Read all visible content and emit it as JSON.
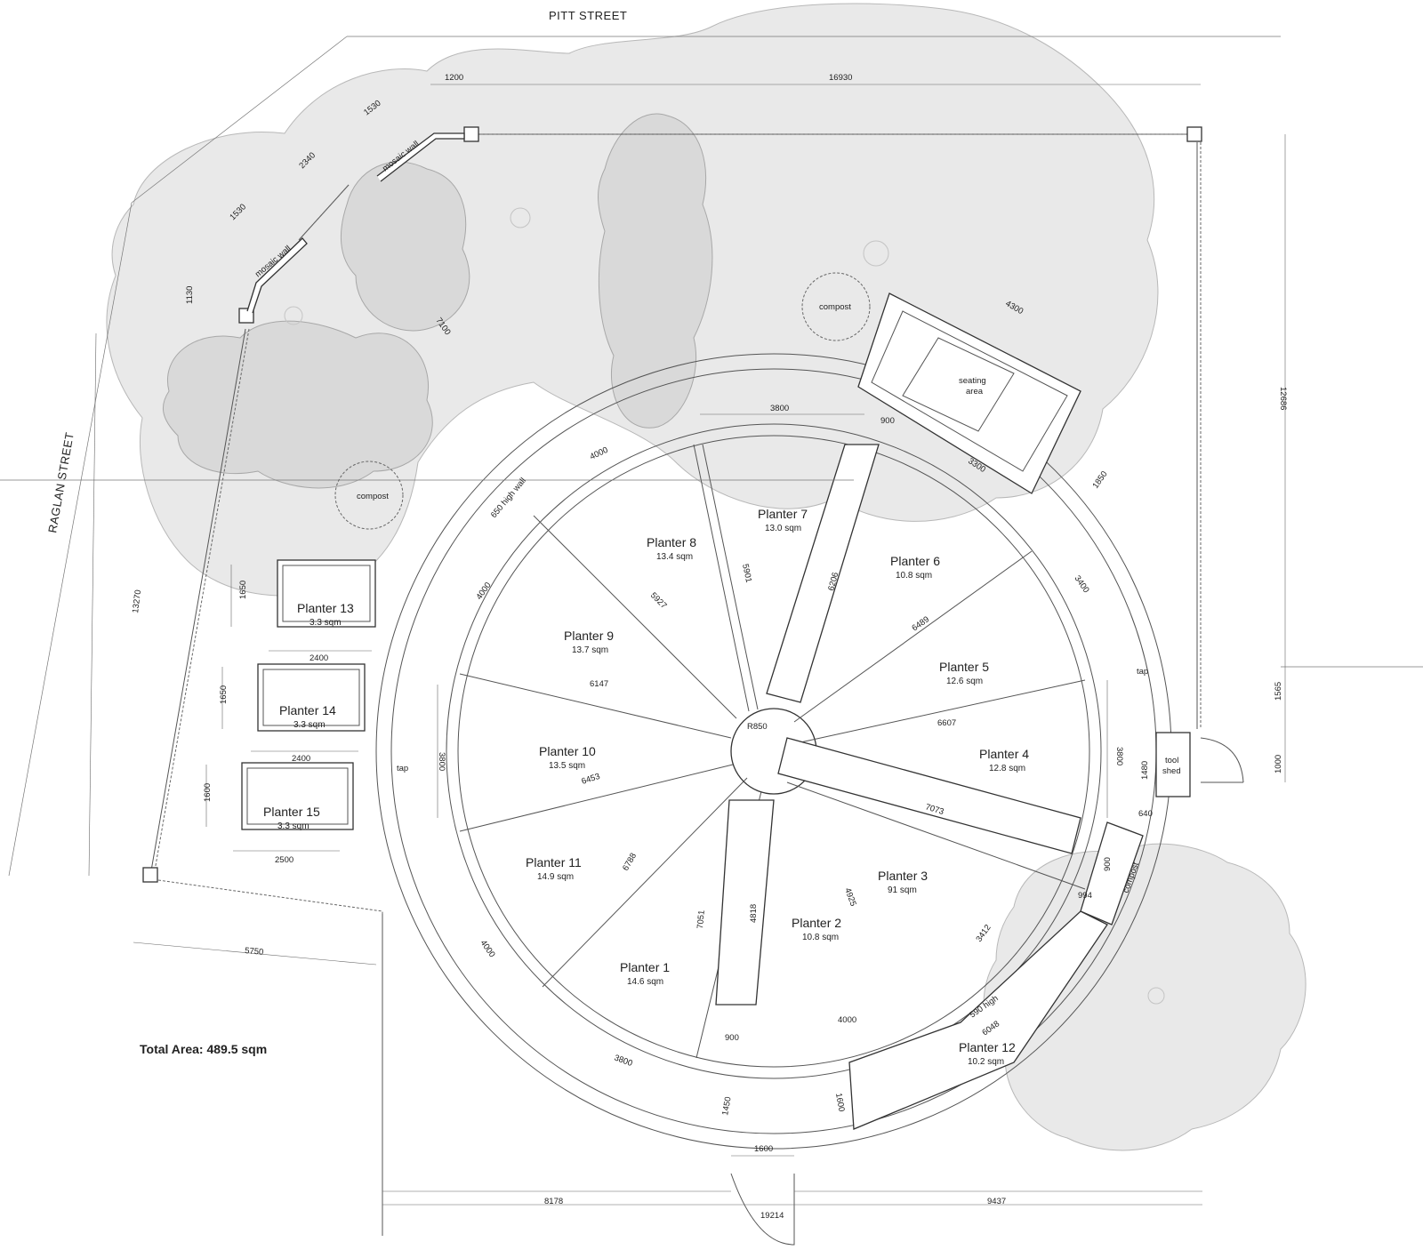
{
  "streets": {
    "north": "PITT STREET",
    "west": "RAGLAN STREET"
  },
  "total_area": "Total Area: 489.5 sqm",
  "planters": [
    {
      "name": "Planter 1",
      "area": "14.6 sqm"
    },
    {
      "name": "Planter 2",
      "area": "10.8 sqm"
    },
    {
      "name": "Planter 3",
      "area": "91 sqm"
    },
    {
      "name": "Planter 4",
      "area": "12.8 sqm"
    },
    {
      "name": "Planter 5",
      "area": "12.6 sqm"
    },
    {
      "name": "Planter 6",
      "area": "10.8 sqm"
    },
    {
      "name": "Planter 7",
      "area": "13.0 sqm"
    },
    {
      "name": "Planter 8",
      "area": "13.4 sqm"
    },
    {
      "name": "Planter 9",
      "area": "13.7 sqm"
    },
    {
      "name": "Planter 10",
      "area": "13.5 sqm"
    },
    {
      "name": "Planter 11",
      "area": "14.9 sqm"
    },
    {
      "name": "Planter 12",
      "area": "10.2 sqm"
    },
    {
      "name": "Planter 13",
      "area": "3.3 sqm"
    },
    {
      "name": "Planter 14",
      "area": "3.3 sqm"
    },
    {
      "name": "Planter 15",
      "area": "3.3 sqm"
    }
  ],
  "features": {
    "compost": "compost",
    "mosaic_wall": "mosaic wall",
    "seating_line1": "seating",
    "seating_line2": "area",
    "tap": "tap",
    "tool_shed_line1": "tool",
    "tool_shed_line2": "shed",
    "radius": "R850",
    "high_wall_650": "650 high wall",
    "high_590": "590 high"
  },
  "dimensions": {
    "d1200": "1200",
    "d16930": "16930",
    "d1530": "1530",
    "d2340": "2340",
    "d1130": "1130",
    "d7100": "7100",
    "d13270": "13270",
    "d12686": "12686",
    "d4300": "4300",
    "d3800": "3800",
    "d900": "900",
    "d4000": "4000",
    "d3300": "3300",
    "d1850": "1850",
    "d5901": "5901",
    "d5927": "5927",
    "d6206": "6206",
    "d3400": "3400",
    "d6489": "6489",
    "d6147": "6147",
    "d6607": "6607",
    "d1565": "1565",
    "d1000": "1000",
    "d1480": "1480",
    "d640": "640",
    "d6453": "6453",
    "d7073": "7073",
    "d6788": "6788",
    "d4925": "4925",
    "d7051": "7051",
    "d4818": "4818",
    "d994": "994",
    "d3412": "3412",
    "d6048": "6048",
    "d1650": "1650",
    "d2400": "2400",
    "d1600": "1600",
    "d2500": "2500",
    "d5750": "5750",
    "d1450": "1450",
    "d8178": "8178",
    "d9437": "9437",
    "d19214": "19214"
  }
}
